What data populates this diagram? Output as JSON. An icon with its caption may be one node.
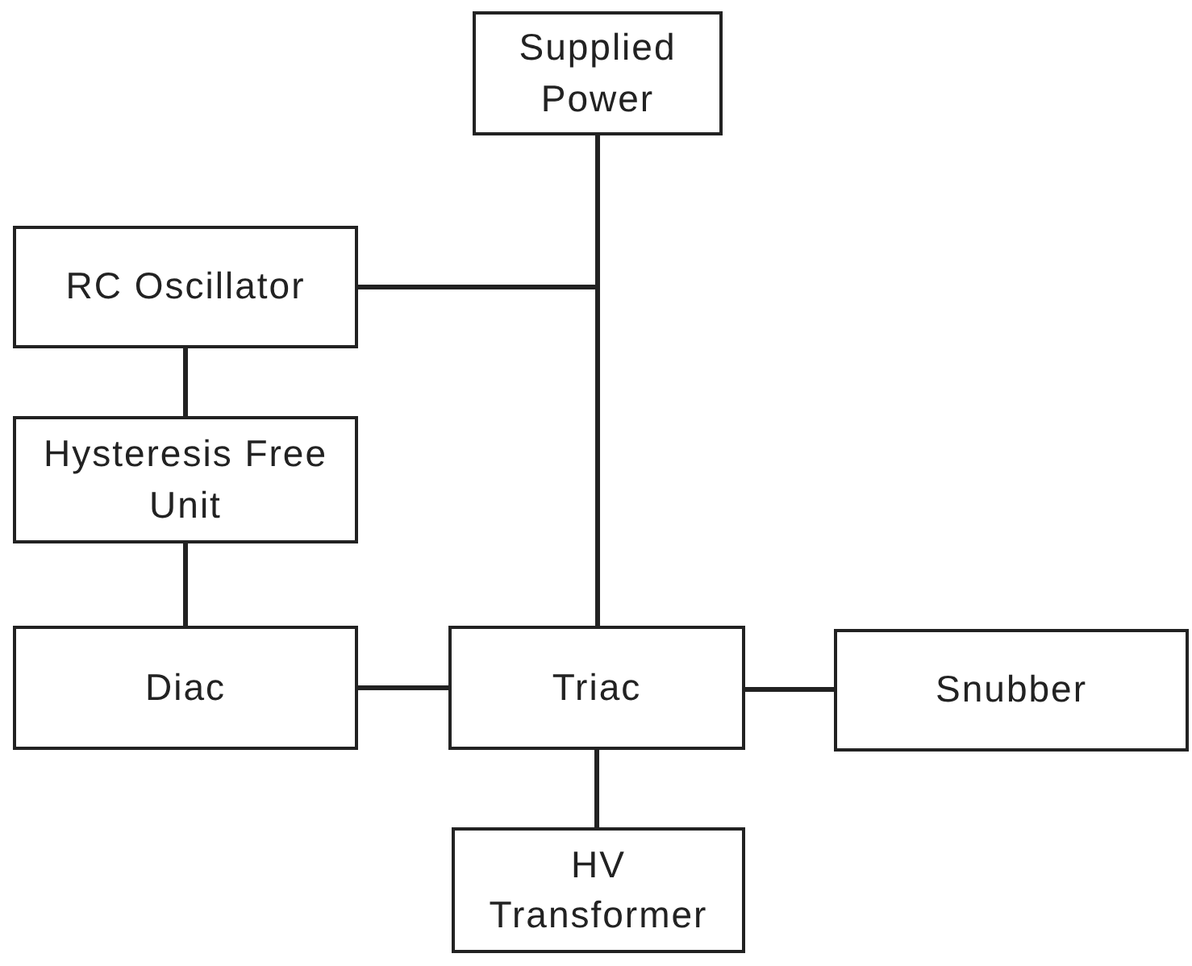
{
  "diagram": {
    "nodes": [
      {
        "text": [
          "Supplied Power"
        ]
      },
      {
        "text": [
          "RC Oscillator"
        ]
      },
      {
        "text": [
          "Hysteresis Free Unit"
        ]
      },
      {
        "text": [
          "Diac"
        ]
      },
      {
        "text": [
          "Triac"
        ]
      },
      {
        "text": [
          "Snubber"
        ]
      },
      {
        "text": [
          "HV Transformer"
        ]
      }
    ],
    "edges": [
      {
        "from": 0,
        "to": 4,
        "arrow": "none"
      },
      {
        "from": 0,
        "to": 1,
        "arrow": "none"
      },
      {
        "from": 1,
        "to": 2,
        "arrow": "none"
      },
      {
        "from": 2,
        "to": 3,
        "arrow": "none"
      },
      {
        "from": 3,
        "to": 4,
        "arrow": "none"
      },
      {
        "from": 4,
        "to": 5,
        "arrow": "none"
      },
      {
        "from": 4,
        "to": 6,
        "arrow": "none"
      }
    ]
  }
}
